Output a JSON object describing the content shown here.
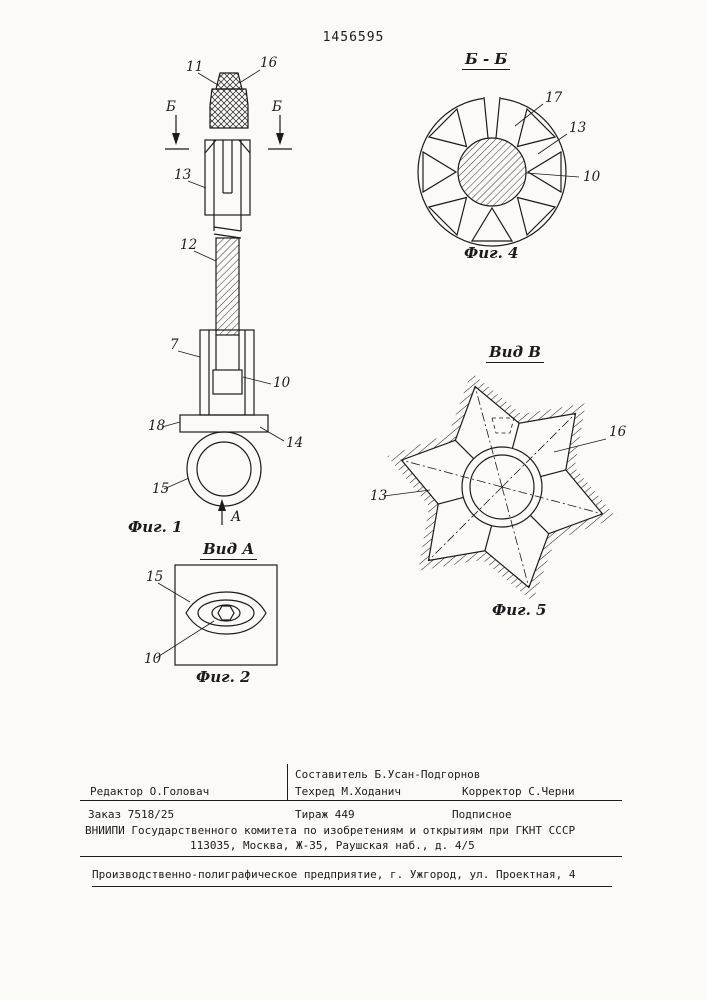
{
  "page": {
    "patent_number": "1456595"
  },
  "fig1": {
    "caption": "Фиг. 1",
    "view_arrow_label": "А",
    "section_label_left": "Б",
    "section_label_right": "Б",
    "ref_11": "11",
    "ref_16": "16",
    "ref_13": "13",
    "ref_12": "12",
    "ref_7": "7",
    "ref_10": "10",
    "ref_18": "18",
    "ref_14": "14",
    "ref_15": "15"
  },
  "fig2": {
    "title": "Вид А",
    "caption": "Фиг. 2",
    "ref_15": "15",
    "ref_10": "10"
  },
  "fig4": {
    "title": "Б - Б",
    "caption": "Фиг. 4",
    "ref_17": "17",
    "ref_13": "13",
    "ref_10": "10"
  },
  "fig5": {
    "title": "Вид В",
    "caption": "Фиг. 5",
    "ref_16": "16",
    "ref_13": "13"
  },
  "colophon": {
    "compiler": "Составитель Б.Усан-Подгорнов",
    "editor": "Редактор О.Головач",
    "tech_editor": "Техред М.Ходанич",
    "proofreader": "Корректор С.Черни",
    "order": "Заказ 7518/25",
    "print_run": "Тираж 449",
    "subscription": "Подписное",
    "publisher_line1": "ВНИИПИ Государственного комитета по изобретениям и открытиям при ГКНТ СССР",
    "publisher_line2": "113035, Москва, Ж-35, Раушская наб., д. 4/5",
    "printer_line": "Производственно-полиграфическое предприятие, г. Ужгород, ул. Проектная, 4"
  }
}
